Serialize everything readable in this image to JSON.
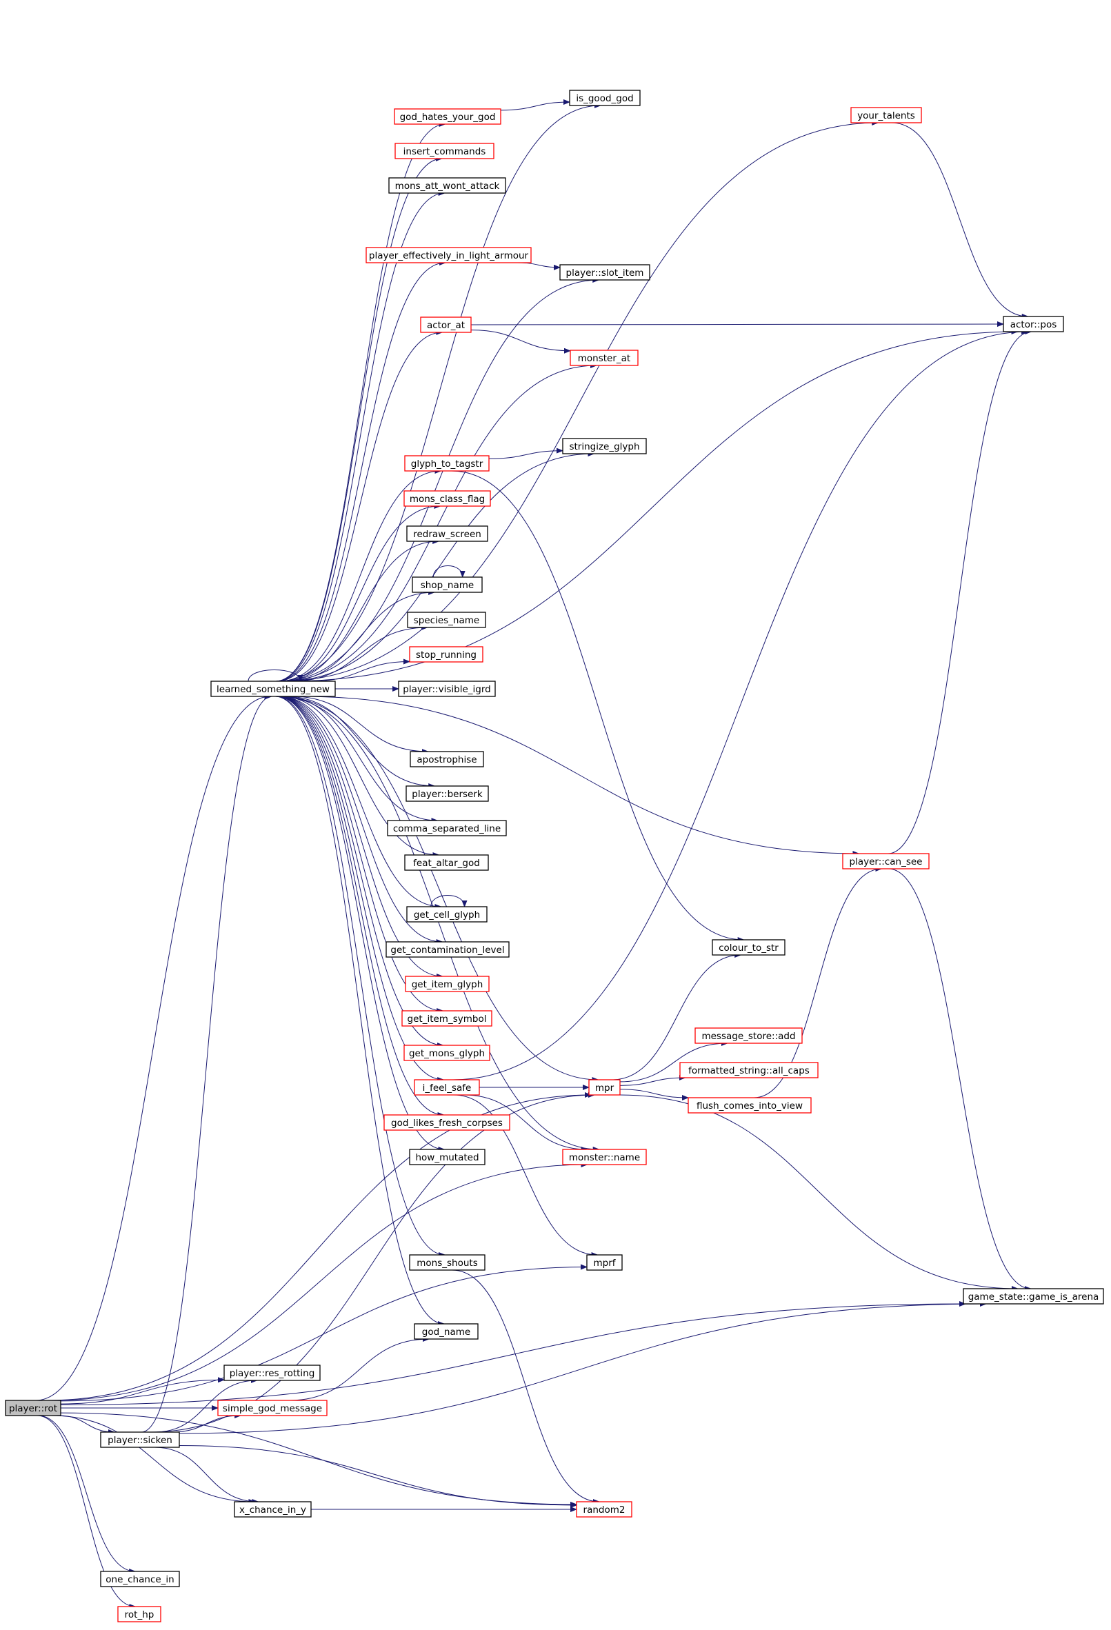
{
  "colors": {
    "edge": "#191970",
    "node_border_black": "#000000",
    "node_border_red": "#ff0000",
    "root_fill": "#bfbfbf",
    "node_fill": "#ffffff"
  },
  "nodes": [
    {
      "id": "rot",
      "label": "player::rot",
      "style": "root"
    },
    {
      "id": "sicken",
      "label": "player::sicken",
      "style": "black"
    },
    {
      "id": "one_chance_in",
      "label": "one_chance_in",
      "style": "black"
    },
    {
      "id": "rot_hp",
      "label": "rot_hp",
      "style": "red"
    },
    {
      "id": "res_rotting",
      "label": "player::res_rotting",
      "style": "black"
    },
    {
      "id": "simple_god_message",
      "label": "simple_god_message",
      "style": "red"
    },
    {
      "id": "x_chance_in_y",
      "label": "x_chance_in_y",
      "style": "black"
    },
    {
      "id": "learned",
      "label": "learned_something_new",
      "style": "black"
    },
    {
      "id": "god_hates",
      "label": "god_hates_your_god",
      "style": "red"
    },
    {
      "id": "insert_commands",
      "label": "insert_commands",
      "style": "red"
    },
    {
      "id": "mons_att",
      "label": "mons_att_wont_attack",
      "style": "black"
    },
    {
      "id": "light_armour",
      "label": "player_effectively_in_light_armour",
      "style": "red"
    },
    {
      "id": "actor_at",
      "label": "actor_at",
      "style": "red"
    },
    {
      "id": "glyph_to_tagstr",
      "label": "glyph_to_tagstr",
      "style": "red"
    },
    {
      "id": "mons_class_flag",
      "label": "mons_class_flag",
      "style": "red"
    },
    {
      "id": "redraw_screen",
      "label": "redraw_screen",
      "style": "black"
    },
    {
      "id": "shop_name",
      "label": "shop_name",
      "style": "black"
    },
    {
      "id": "species_name",
      "label": "species_name",
      "style": "black"
    },
    {
      "id": "stop_running",
      "label": "stop_running",
      "style": "red"
    },
    {
      "id": "visible_igrd",
      "label": "player::visible_igrd",
      "style": "black"
    },
    {
      "id": "apostrophise",
      "label": "apostrophise",
      "style": "black"
    },
    {
      "id": "berserk",
      "label": "player::berserk",
      "style": "black"
    },
    {
      "id": "comma_sep",
      "label": "comma_separated_line",
      "style": "black"
    },
    {
      "id": "feat_altar",
      "label": "feat_altar_god",
      "style": "black"
    },
    {
      "id": "get_cell_glyph",
      "label": "get_cell_glyph",
      "style": "black"
    },
    {
      "id": "get_contam",
      "label": "get_contamination_level",
      "style": "black"
    },
    {
      "id": "get_item_glyph",
      "label": "get_item_glyph",
      "style": "red"
    },
    {
      "id": "get_item_symbol",
      "label": "get_item_symbol",
      "style": "red"
    },
    {
      "id": "get_mons_glyph",
      "label": "get_mons_glyph",
      "style": "red"
    },
    {
      "id": "i_feel_safe",
      "label": "i_feel_safe",
      "style": "red"
    },
    {
      "id": "god_likes",
      "label": "god_likes_fresh_corpses",
      "style": "red"
    },
    {
      "id": "how_mutated",
      "label": "how_mutated",
      "style": "black"
    },
    {
      "id": "mons_shouts",
      "label": "mons_shouts",
      "style": "black"
    },
    {
      "id": "god_name",
      "label": "god_name",
      "style": "black"
    },
    {
      "id": "is_good_god",
      "label": "is_good_god",
      "style": "black"
    },
    {
      "id": "slot_item",
      "label": "player::slot_item",
      "style": "black"
    },
    {
      "id": "monster_at",
      "label": "monster_at",
      "style": "red"
    },
    {
      "id": "stringize_glyph",
      "label": "stringize_glyph",
      "style": "black"
    },
    {
      "id": "mpr",
      "label": "mpr",
      "style": "red"
    },
    {
      "id": "monster_name",
      "label": "monster::name",
      "style": "red"
    },
    {
      "id": "mprf",
      "label": "mprf",
      "style": "black"
    },
    {
      "id": "random2",
      "label": "random2",
      "style": "red"
    },
    {
      "id": "your_talents",
      "label": "your_talents",
      "style": "red"
    },
    {
      "id": "actor_pos",
      "label": "actor::pos",
      "style": "black"
    },
    {
      "id": "can_see",
      "label": "player::can_see",
      "style": "red"
    },
    {
      "id": "colour_to_str",
      "label": "colour_to_str",
      "style": "black"
    },
    {
      "id": "msg_add",
      "label": "message_store::add",
      "style": "red"
    },
    {
      "id": "all_caps",
      "label": "formatted_string::all_caps",
      "style": "red"
    },
    {
      "id": "flush_view",
      "label": "flush_comes_into_view",
      "style": "red"
    },
    {
      "id": "game_is_arena",
      "label": "game_state::game_is_arena",
      "style": "black"
    }
  ],
  "edges": [
    [
      "rot",
      "learned"
    ],
    [
      "rot",
      "mpr"
    ],
    [
      "rot",
      "monster_name"
    ],
    [
      "rot",
      "mprf"
    ],
    [
      "rot",
      "game_is_arena"
    ],
    [
      "rot",
      "res_rotting"
    ],
    [
      "rot",
      "simple_god_message"
    ],
    [
      "rot",
      "sicken"
    ],
    [
      "rot",
      "x_chance_in_y"
    ],
    [
      "rot",
      "random2"
    ],
    [
      "rot",
      "one_chance_in"
    ],
    [
      "rot",
      "rot_hp"
    ],
    [
      "sicken",
      "learned"
    ],
    [
      "sicken",
      "res_rotting"
    ],
    [
      "sicken",
      "simple_god_message"
    ],
    [
      "sicken",
      "mpr"
    ],
    [
      "sicken",
      "x_chance_in_y"
    ],
    [
      "sicken",
      "game_is_arena"
    ],
    [
      "sicken",
      "random2"
    ],
    [
      "simple_god_message",
      "god_name"
    ],
    [
      "x_chance_in_y",
      "random2"
    ],
    [
      "learned",
      "learned"
    ],
    [
      "learned",
      "your_talents"
    ],
    [
      "learned",
      "is_good_god"
    ],
    [
      "learned",
      "god_hates"
    ],
    [
      "learned",
      "insert_commands"
    ],
    [
      "learned",
      "mons_att"
    ],
    [
      "learned",
      "actor_pos"
    ],
    [
      "learned",
      "light_armour"
    ],
    [
      "learned",
      "slot_item"
    ],
    [
      "learned",
      "actor_at"
    ],
    [
      "learned",
      "monster_at"
    ],
    [
      "learned",
      "can_see"
    ],
    [
      "learned",
      "stringize_glyph"
    ],
    [
      "learned",
      "glyph_to_tagstr"
    ],
    [
      "learned",
      "mons_class_flag"
    ],
    [
      "learned",
      "redraw_screen"
    ],
    [
      "learned",
      "shop_name"
    ],
    [
      "learned",
      "species_name"
    ],
    [
      "learned",
      "stop_running"
    ],
    [
      "learned",
      "visible_igrd"
    ],
    [
      "learned",
      "mpr"
    ],
    [
      "learned",
      "apostrophise"
    ],
    [
      "learned",
      "berserk"
    ],
    [
      "learned",
      "comma_sep"
    ],
    [
      "learned",
      "feat_altar"
    ],
    [
      "learned",
      "get_cell_glyph"
    ],
    [
      "learned",
      "get_contam"
    ],
    [
      "learned",
      "get_item_glyph"
    ],
    [
      "learned",
      "get_item_symbol"
    ],
    [
      "learned",
      "get_mons_glyph"
    ],
    [
      "learned",
      "i_feel_safe"
    ],
    [
      "learned",
      "god_likes"
    ],
    [
      "learned",
      "how_mutated"
    ],
    [
      "learned",
      "monster_name"
    ],
    [
      "learned",
      "mons_shouts"
    ],
    [
      "learned",
      "god_name"
    ],
    [
      "god_hates",
      "is_good_god"
    ],
    [
      "light_armour",
      "slot_item"
    ],
    [
      "actor_at",
      "actor_pos"
    ],
    [
      "actor_at",
      "monster_at"
    ],
    [
      "glyph_to_tagstr",
      "stringize_glyph"
    ],
    [
      "glyph_to_tagstr",
      "colour_to_str"
    ],
    [
      "shop_name",
      "shop_name"
    ],
    [
      "get_cell_glyph",
      "get_cell_glyph"
    ],
    [
      "i_feel_safe",
      "actor_pos"
    ],
    [
      "i_feel_safe",
      "mpr"
    ],
    [
      "i_feel_safe",
      "monster_name"
    ],
    [
      "i_feel_safe",
      "mprf"
    ],
    [
      "mons_shouts",
      "random2"
    ],
    [
      "mpr",
      "colour_to_str"
    ],
    [
      "mpr",
      "msg_add"
    ],
    [
      "mpr",
      "all_caps"
    ],
    [
      "mpr",
      "flush_view"
    ],
    [
      "mpr",
      "game_is_arena"
    ],
    [
      "flush_view",
      "can_see"
    ],
    [
      "your_talents",
      "actor_pos"
    ],
    [
      "can_see",
      "actor_pos"
    ],
    [
      "can_see",
      "game_is_arena"
    ]
  ]
}
